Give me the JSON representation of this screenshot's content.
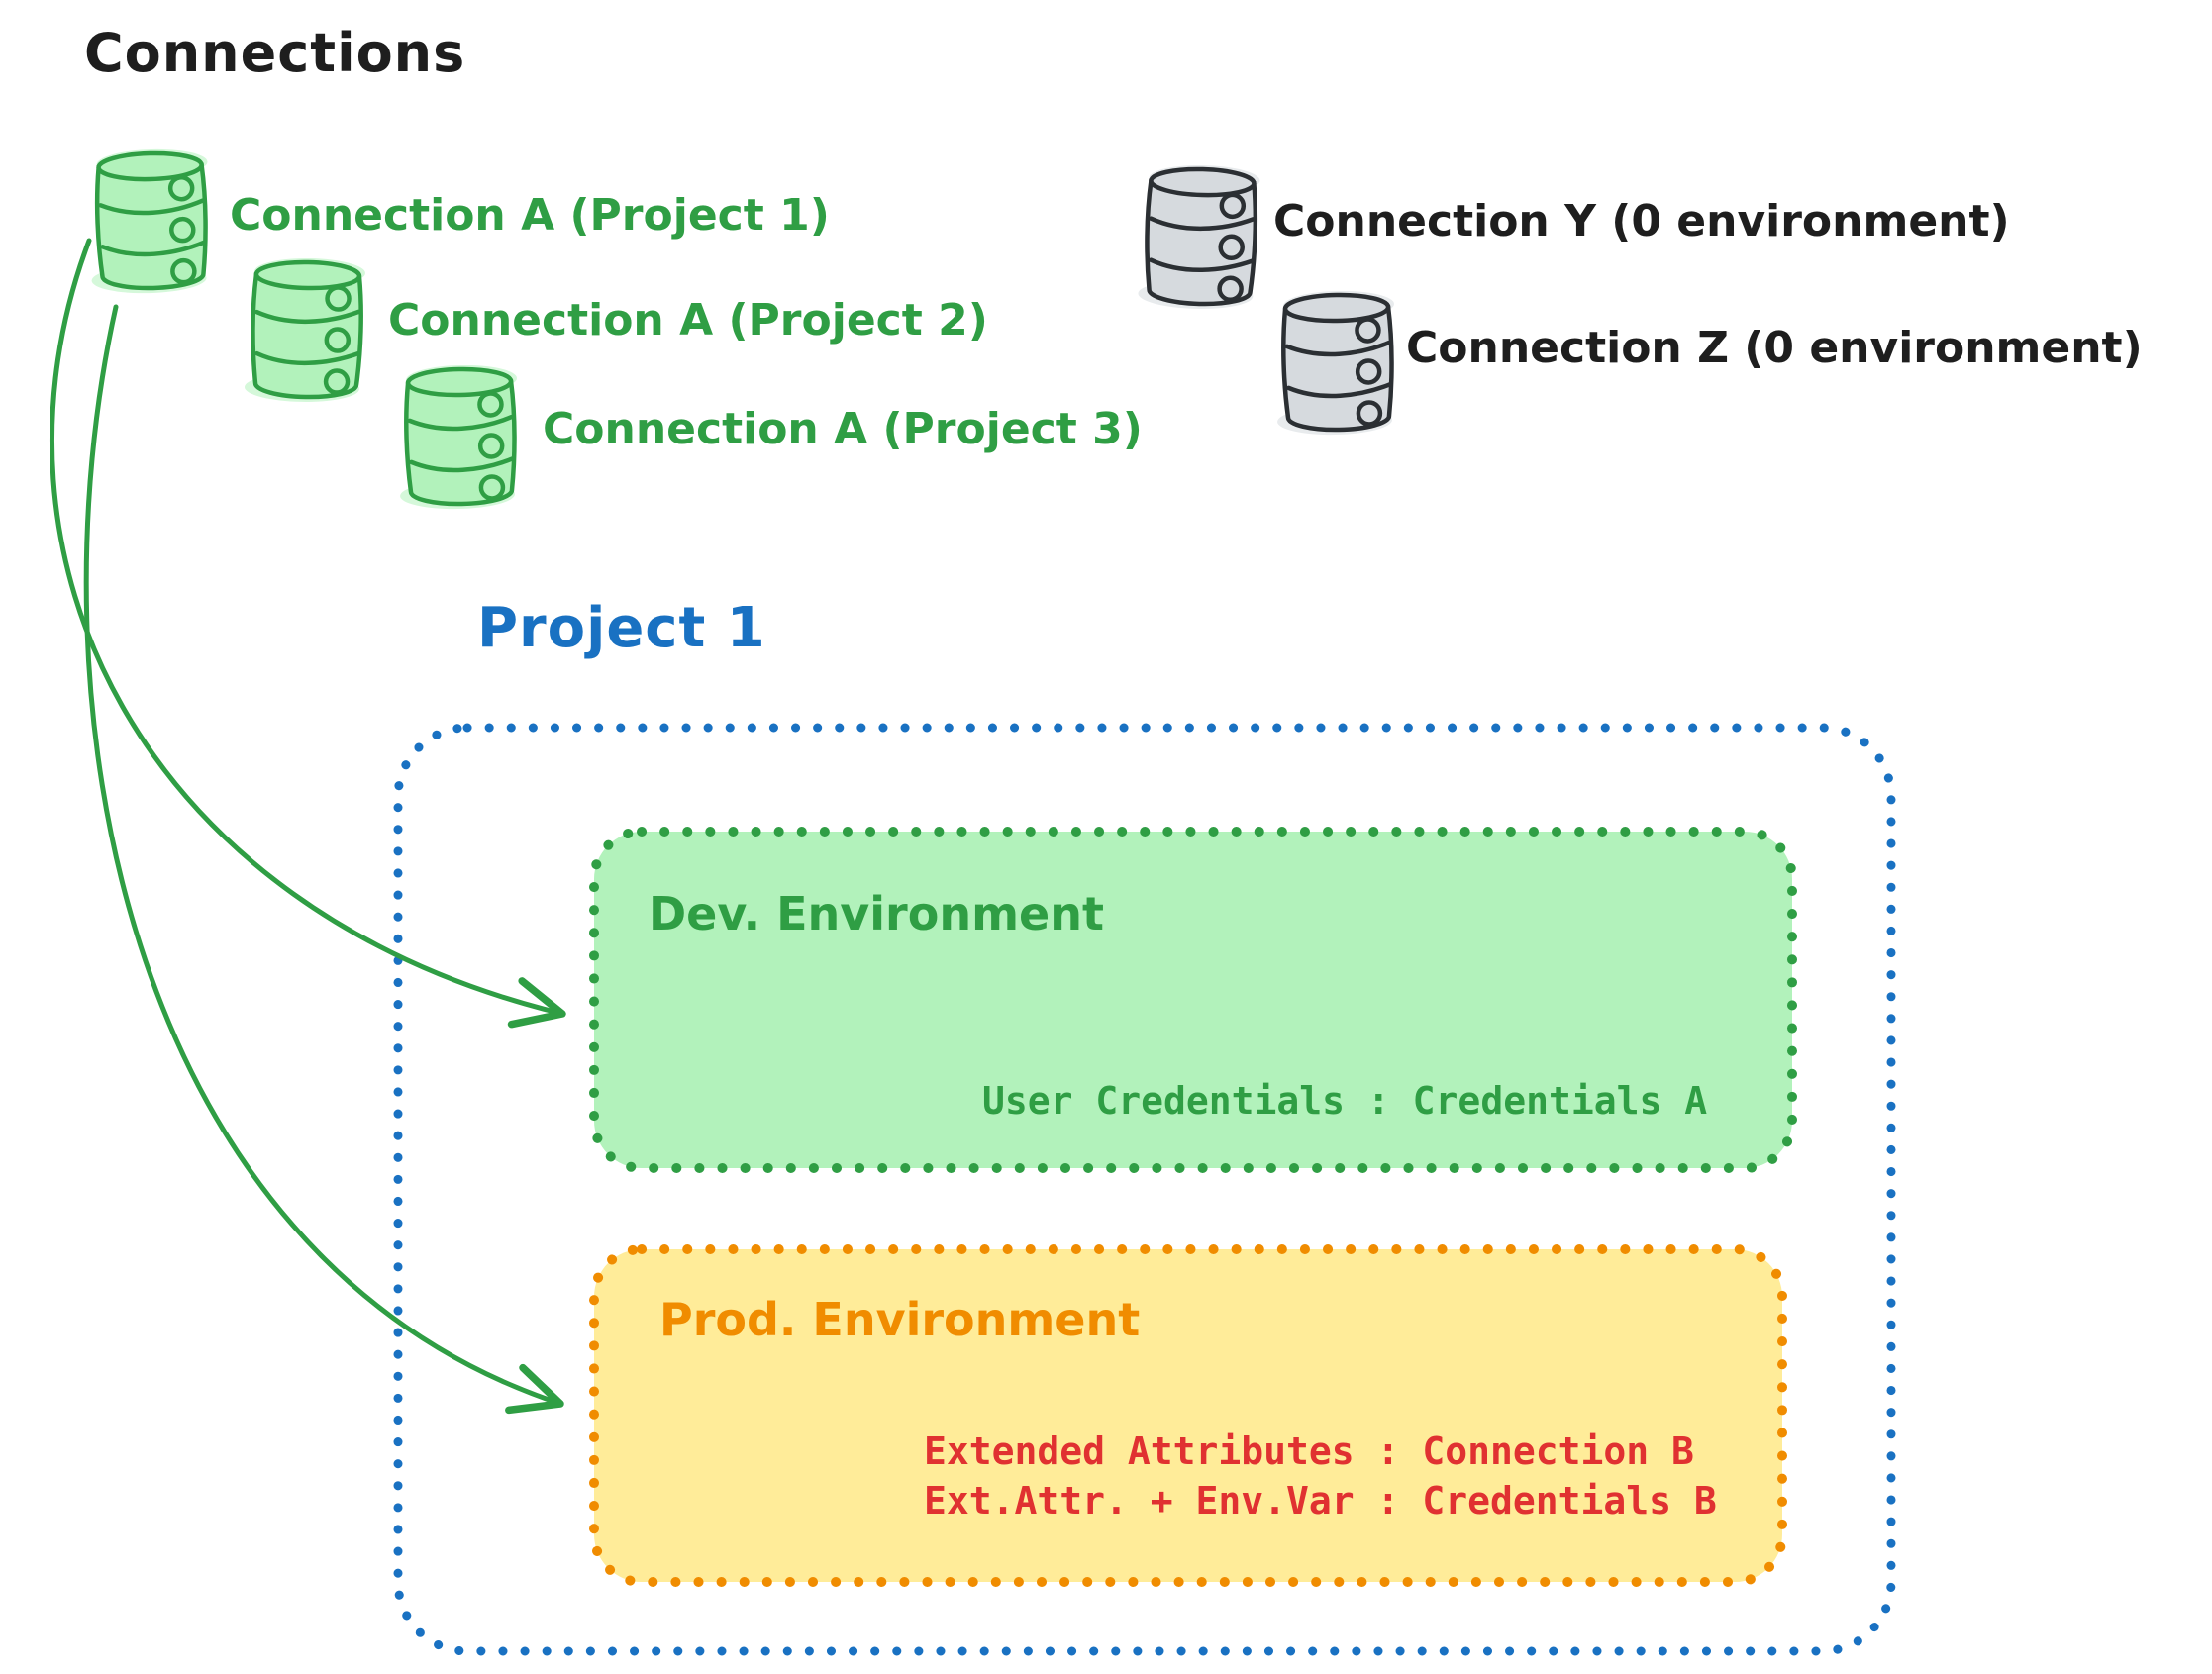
{
  "title": "Connections",
  "colors": {
    "ink": "#1e1e1e",
    "green": "#2f9e44",
    "green-fill": "#b2f2bb",
    "blue": "#1971c2",
    "orange": "#f08c00",
    "yellow-fill": "#ffec99",
    "red": "#e03131",
    "gray-fill": "#d6dade",
    "gray-stroke": "#2b2f33"
  },
  "connections": {
    "project_a": [
      {
        "label": "Connection A (Project 1)"
      },
      {
        "label": "Connection A (Project 2)"
      },
      {
        "label": "Connection A (Project 3)"
      }
    ],
    "unassigned": [
      {
        "label": "Connection Y (0 environment)"
      },
      {
        "label": "Connection Z (0 environment)"
      }
    ]
  },
  "project": {
    "title": "Project 1",
    "dev_environment": {
      "title": "Dev. Environment",
      "credentials": "User Credentials : Credentials A"
    },
    "prod_environment": {
      "title": "Prod. Environment",
      "lines": [
        "Extended Attributes : Connection B",
        "Ext.Attr. + Env.Var : Credentials B"
      ]
    }
  }
}
